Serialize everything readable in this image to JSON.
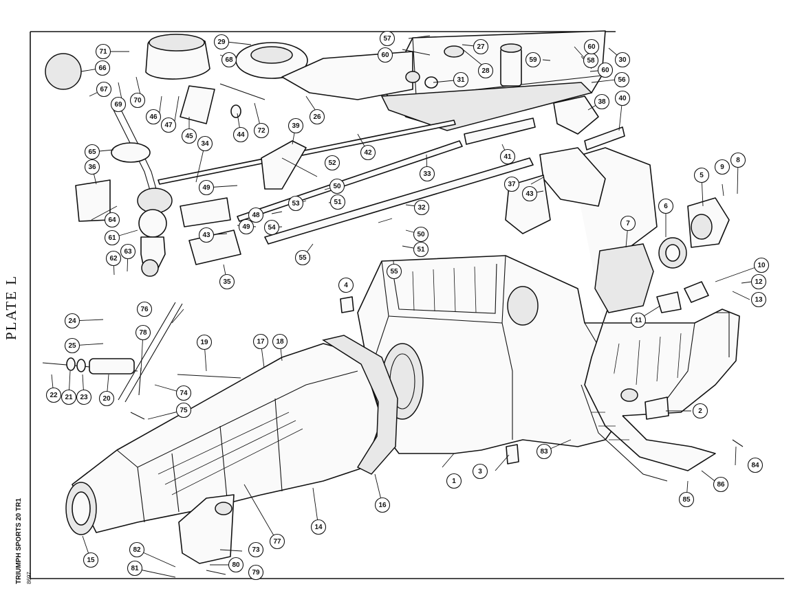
{
  "plate_label": "PLATE L",
  "caption": "TRIUMPH SPORTS 20 TR1",
  "drawing_code": "8697",
  "callouts": [
    {
      "n": "1"
    },
    {
      "n": "2"
    },
    {
      "n": "3"
    },
    {
      "n": "4"
    },
    {
      "n": "5"
    },
    {
      "n": "6"
    },
    {
      "n": "7"
    },
    {
      "n": "8"
    },
    {
      "n": "9"
    },
    {
      "n": "10"
    },
    {
      "n": "11"
    },
    {
      "n": "12"
    },
    {
      "n": "13"
    },
    {
      "n": "14"
    },
    {
      "n": "15"
    },
    {
      "n": "16"
    },
    {
      "n": "17"
    },
    {
      "n": "18"
    },
    {
      "n": "19"
    },
    {
      "n": "20"
    },
    {
      "n": "21"
    },
    {
      "n": "22"
    },
    {
      "n": "23"
    },
    {
      "n": "24"
    },
    {
      "n": "25"
    },
    {
      "n": "26"
    },
    {
      "n": "27"
    },
    {
      "n": "28"
    },
    {
      "n": "29"
    },
    {
      "n": "30"
    },
    {
      "n": "31"
    },
    {
      "n": "32"
    },
    {
      "n": "33"
    },
    {
      "n": "34"
    },
    {
      "n": "35"
    },
    {
      "n": "36"
    },
    {
      "n": "37"
    },
    {
      "n": "38"
    },
    {
      "n": "39"
    },
    {
      "n": "40"
    },
    {
      "n": "41"
    },
    {
      "n": "42"
    },
    {
      "n": "43"
    },
    {
      "n": "43"
    },
    {
      "n": "44"
    },
    {
      "n": "45"
    },
    {
      "n": "46"
    },
    {
      "n": "47"
    },
    {
      "n": "48"
    },
    {
      "n": "49"
    },
    {
      "n": "49"
    },
    {
      "n": "50"
    },
    {
      "n": "50"
    },
    {
      "n": "51"
    },
    {
      "n": "51"
    },
    {
      "n": "52"
    },
    {
      "n": "53"
    },
    {
      "n": "54"
    },
    {
      "n": "55"
    },
    {
      "n": "55"
    },
    {
      "n": "56"
    },
    {
      "n": "57"
    },
    {
      "n": "58"
    },
    {
      "n": "59"
    },
    {
      "n": "60"
    },
    {
      "n": "60"
    },
    {
      "n": "60"
    },
    {
      "n": "61"
    },
    {
      "n": "62"
    },
    {
      "n": "63"
    },
    {
      "n": "64"
    },
    {
      "n": "65"
    },
    {
      "n": "66"
    },
    {
      "n": "67"
    },
    {
      "n": "68"
    },
    {
      "n": "69"
    },
    {
      "n": "70"
    },
    {
      "n": "71"
    },
    {
      "n": "72"
    },
    {
      "n": "73"
    },
    {
      "n": "74"
    },
    {
      "n": "75"
    },
    {
      "n": "76"
    },
    {
      "n": "77"
    },
    {
      "n": "78"
    },
    {
      "n": "79"
    },
    {
      "n": "80"
    },
    {
      "n": "81"
    },
    {
      "n": "82"
    },
    {
      "n": "83"
    },
    {
      "n": "84"
    },
    {
      "n": "85"
    },
    {
      "n": "86"
    }
  ]
}
